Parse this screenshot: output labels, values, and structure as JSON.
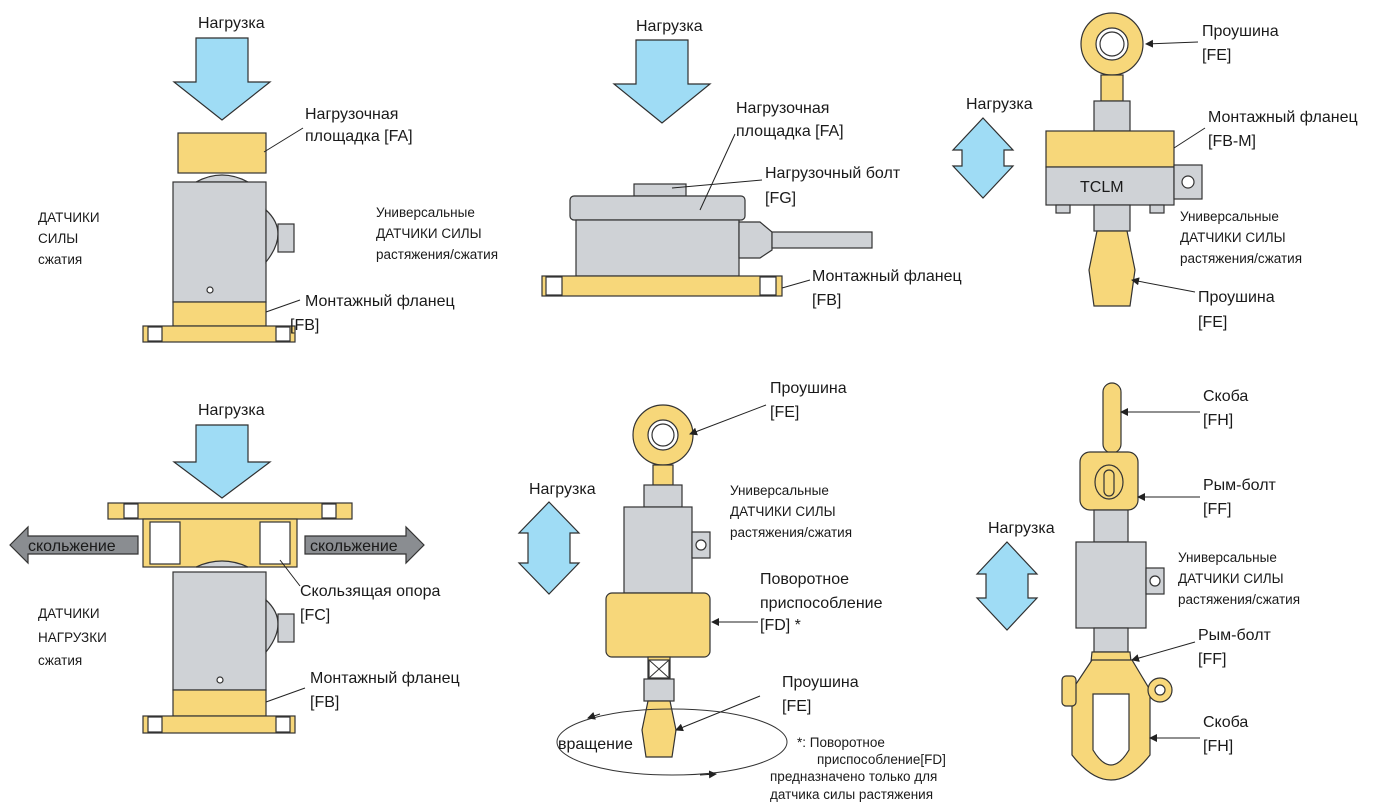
{
  "diagram": {
    "panel1": {
      "load": "Нагрузка",
      "pad_1": "Нагрузочная",
      "pad_2": "площадка [FA]",
      "sensor_1": "ДАТЧИКИ",
      "sensor_2": "СИЛЫ",
      "sensor_3": "сжатия",
      "flange_1": "Монтажный фланец",
      "flange_2": "[FB]"
    },
    "panel2": {
      "load": "Нагрузка",
      "pad_1": "Нагрузочная",
      "pad_2": "площадка [FA]",
      "bolt_1": "Нагрузочный болт",
      "bolt_2": "[FG]",
      "sensor_1": "Универсальные",
      "sensor_2": "ДАТЧИКИ СИЛЫ",
      "sensor_3": "растяжения/сжатия",
      "flange_1": "Монтажный фланец",
      "flange_2": "[FB]"
    },
    "panel3": {
      "eye_top_1": "Проушина",
      "eye_top_2": "[FE]",
      "load": "Нагрузка",
      "flange_1": "Монтажный фланец",
      "flange_2": "[FB-M]",
      "model": "TCLM",
      "sensor_1": "Универсальные",
      "sensor_2": "ДАТЧИКИ СИЛЫ",
      "sensor_3": "растяжения/сжатия",
      "eye_bottom_1": "Проушина",
      "eye_bottom_2": "[FE]"
    },
    "panel4": {
      "load": "Нагрузка",
      "slide_left": "скольжение",
      "slide_right": "скольжение",
      "slide_support_1": "Скользящая опора",
      "slide_support_2": "[FC]",
      "sensor_1": "ДАТЧИКИ",
      "sensor_2": "НАГРУЗКИ",
      "sensor_3": "сжатия",
      "flange_1": "Монтажный фланец",
      "flange_2": "[FB]"
    },
    "panel5": {
      "eye_top_1": "Проушина",
      "eye_top_2": "[FE]",
      "load": "Нагрузка",
      "sensor_1": "Универсальные",
      "sensor_2": "ДАТЧИКИ СИЛЫ",
      "sensor_3": "растяжения/сжатия",
      "swivel_1": "Поворотное",
      "swivel_2": "приспособление",
      "swivel_3": "[FD] *",
      "eye_bottom_1": "Проушина",
      "eye_bottom_2": "[FE]",
      "rotation": "вращение",
      "note_1": "*:   Поворотное",
      "note_2": "приспособление[FD]",
      "note_3": "предназначено только для",
      "note_4": "датчика силы растяжения"
    },
    "panel6": {
      "shackle_top_1": "Скоба",
      "shackle_top_2": "[FH]",
      "eyebolt_top_1": "Рым-болт",
      "eyebolt_top_2": "[FF]",
      "load": "Нагрузка",
      "sensor_1": "Универсальные",
      "sensor_2": "ДАТЧИКИ СИЛЫ",
      "sensor_3": "растяжения/сжатия",
      "eyebolt_bottom_1": "Рым-болт",
      "eyebolt_bottom_2": "[FF]",
      "shackle_bottom_1": "Скоба",
      "shackle_bottom_2": "[FH]"
    }
  }
}
